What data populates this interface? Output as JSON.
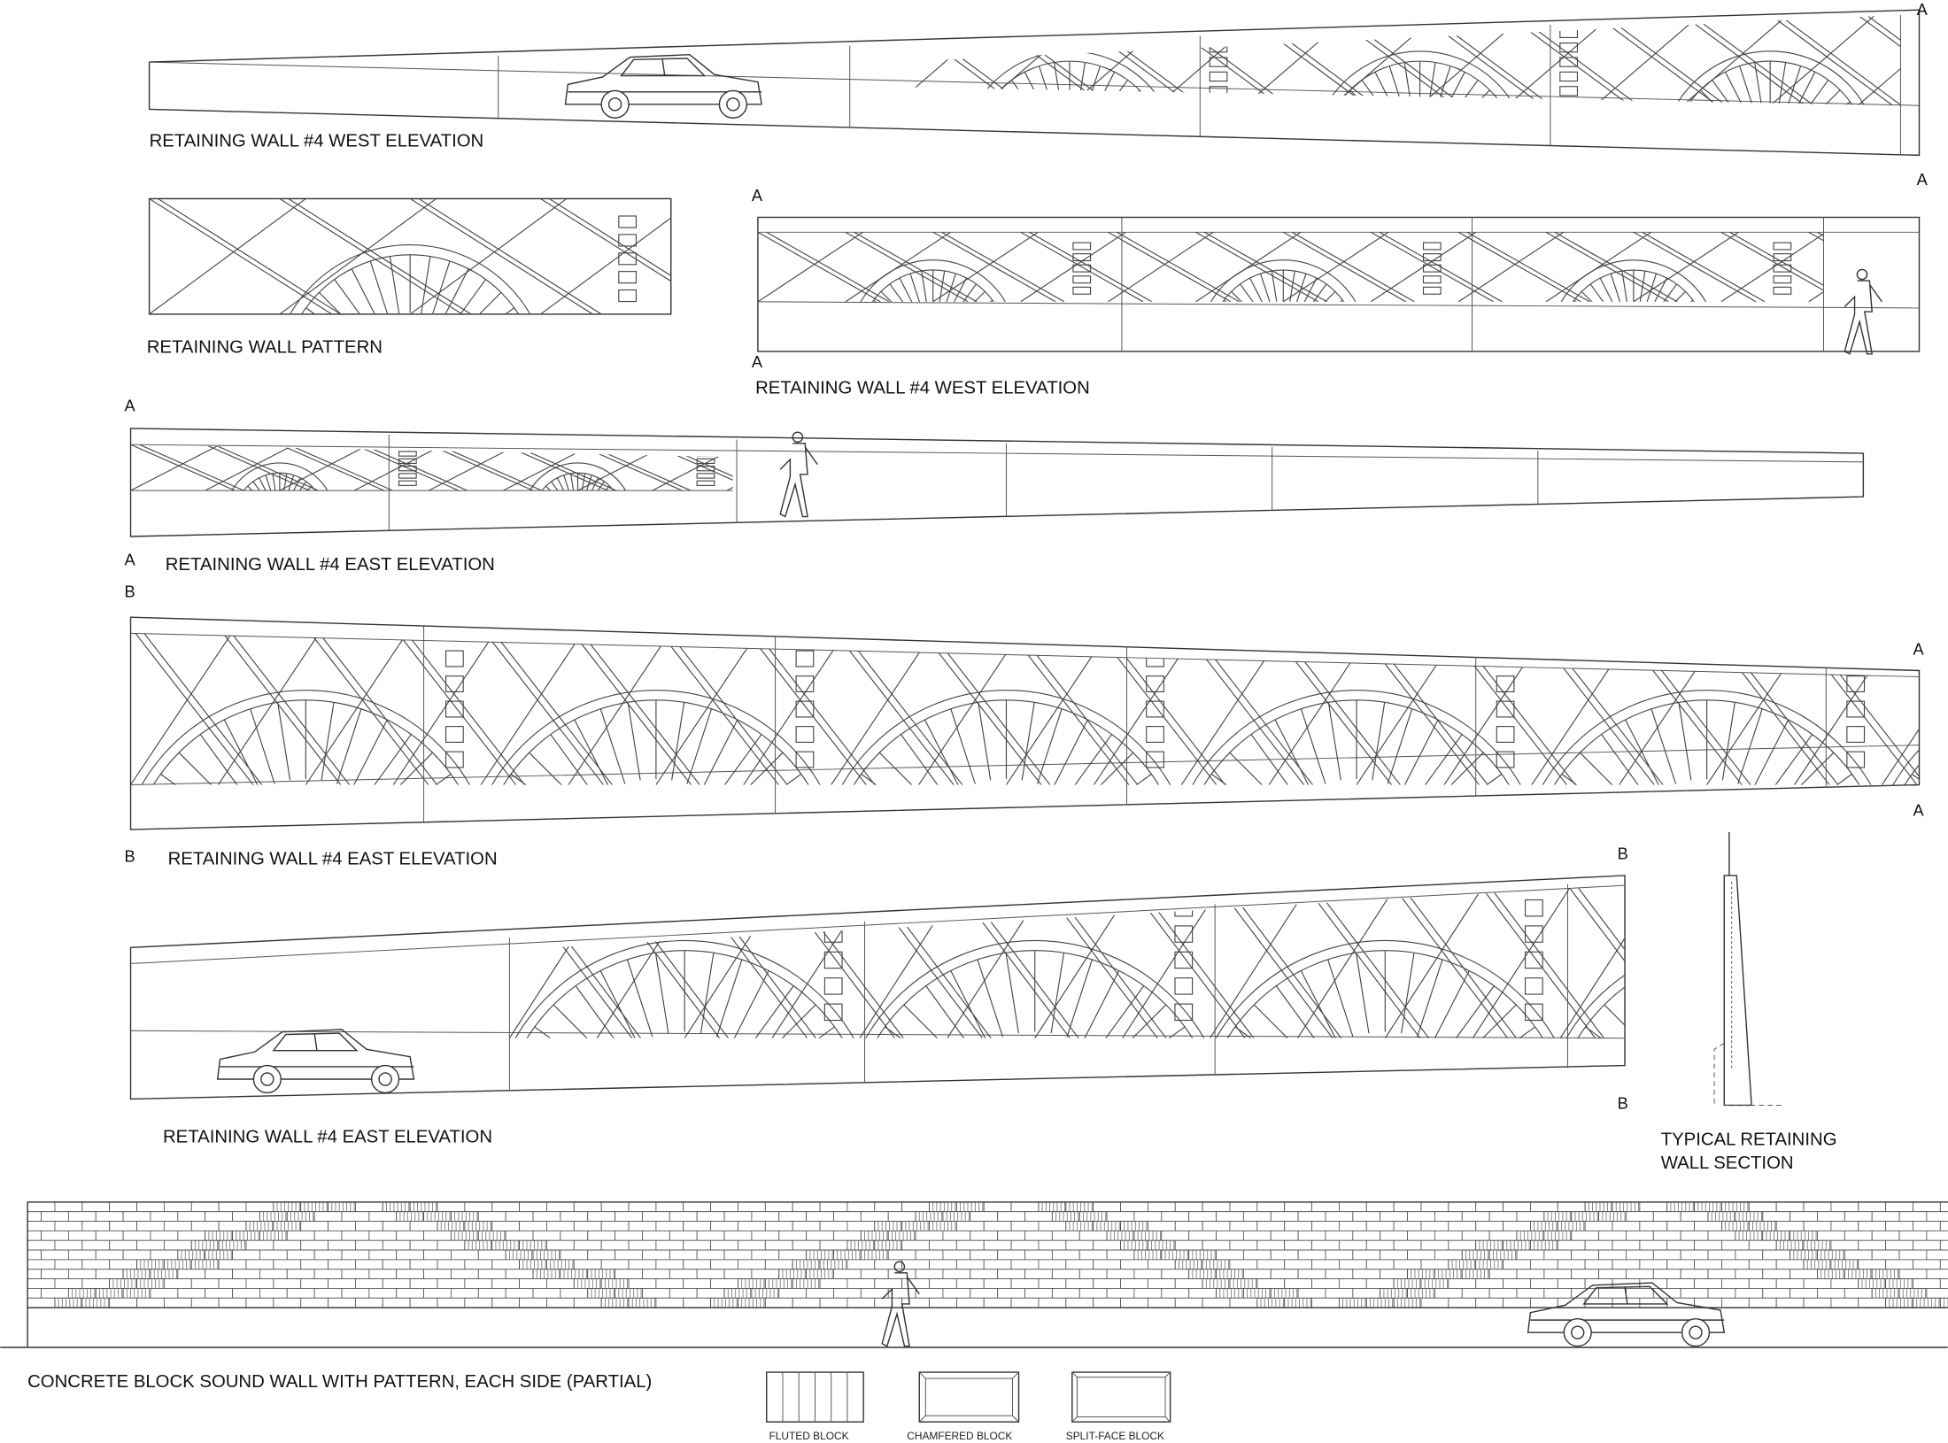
{
  "labels": {
    "wall1": "RETAINING WALL #4 WEST ELEVATION",
    "pattern": "RETAINING WALL PATTERN",
    "wall2": "RETAINING WALL #4 WEST ELEVATION",
    "wall3": "RETAINING WALL #4 EAST ELEVATION",
    "wall4": "RETAINING WALL #4 EAST ELEVATION",
    "wall5": "RETAINING WALL #4 EAST ELEVATION",
    "section_line1": "TYPICAL RETAINING",
    "section_line2": "WALL SECTION",
    "soundwall": "CONCRETE BLOCK SOUND WALL WITH PATTERN, EACH SIDE (PARTIAL)"
  },
  "markers": {
    "a": "A",
    "b": "B"
  },
  "legend": [
    {
      "label": "FLUTED BLOCK",
      "icon": "fluted-block-swatch"
    },
    {
      "label": "CHAMFERED BLOCK",
      "icon": "chamfered-block-swatch"
    },
    {
      "label": "SPLIT-FACE BLOCK",
      "icon": "split-face-block-swatch"
    }
  ],
  "colors": {
    "line": "#333333",
    "background": "#ffffff"
  }
}
